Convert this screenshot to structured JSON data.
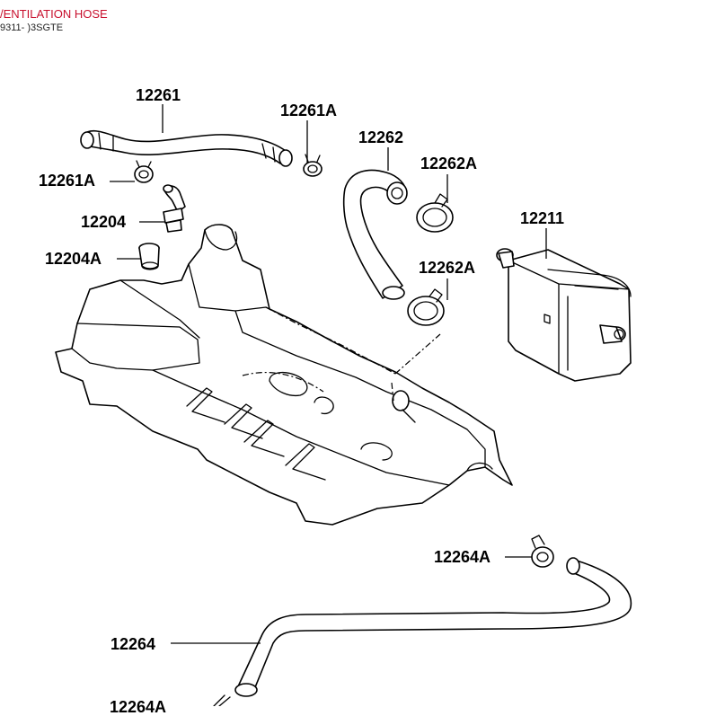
{
  "header": {
    "title": "/ENTILATION HOSE",
    "subtitle": "9311- )3SGTE"
  },
  "callouts": {
    "hose_12261": "12261",
    "clamp_12261a_top": "12261A",
    "clamp_12261a_left": "12261A",
    "pcv_valve_12204": "12204",
    "grommet_12204a": "12204A",
    "hose_12262": "12262",
    "clamp_12262a_top": "12262A",
    "clamp_12262a_lower": "12262A",
    "separator_12211": "12211",
    "clamp_12264a": "12264A",
    "hose_12264": "12264",
    "clamp_12264a_bottom": "12264A"
  }
}
